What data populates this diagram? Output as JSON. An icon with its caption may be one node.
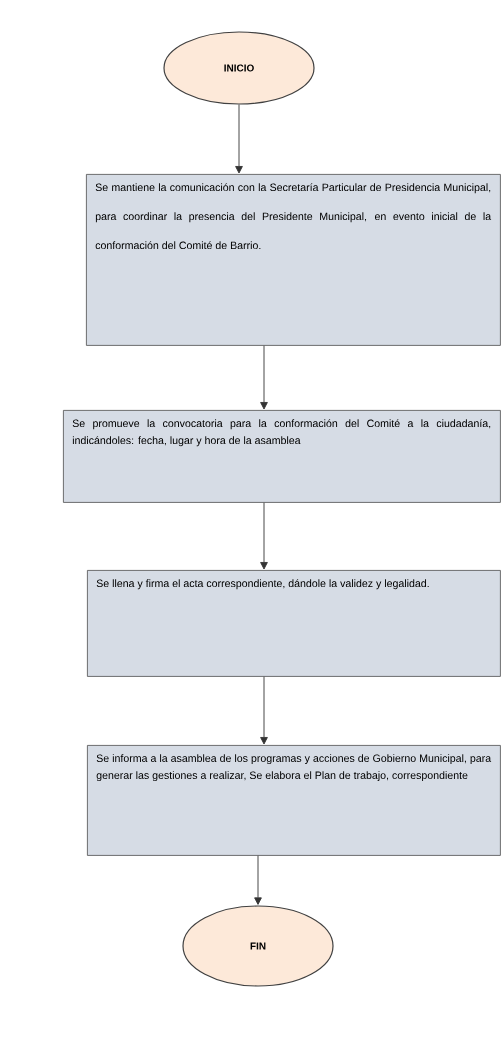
{
  "diagram": {
    "nodes": [
      {
        "text": [
          "INICIO"
        ]
      },
      {
        "text": [
          "Se mantiene la comunicación con la Secretaría Particular de Presidencia Municipal, para coordinar la presencia del Presidente Municipal, en evento inicial de la conformación del Comité de Barrio."
        ]
      },
      {
        "text": [
          "Se promueve la convocatoria para la conformación del Comité a la ciudadanía, indicándoles: fecha, lugar y hora de la asamblea"
        ]
      },
      {
        "text": [
          "Se llena y firma el acta correspondiente, dándole la validez y legalidad."
        ]
      },
      {
        "text": [
          "Se informa a la asamblea de los programas y acciones de Gobierno Municipal, para generar las gestiones a realizar, Se elabora el Plan de trabajo, correspondiente"
        ]
      },
      {
        "text": [
          "FIN"
        ]
      }
    ],
    "edges": [
      {
        "from": 0,
        "to": 1,
        "arrow": "to"
      },
      {
        "from": 1,
        "to": 2,
        "arrow": "to"
      },
      {
        "from": 2,
        "to": 3,
        "arrow": "to"
      },
      {
        "from": 3,
        "to": 4,
        "arrow": "to"
      },
      {
        "from": 4,
        "to": 5,
        "arrow": "to"
      }
    ]
  }
}
